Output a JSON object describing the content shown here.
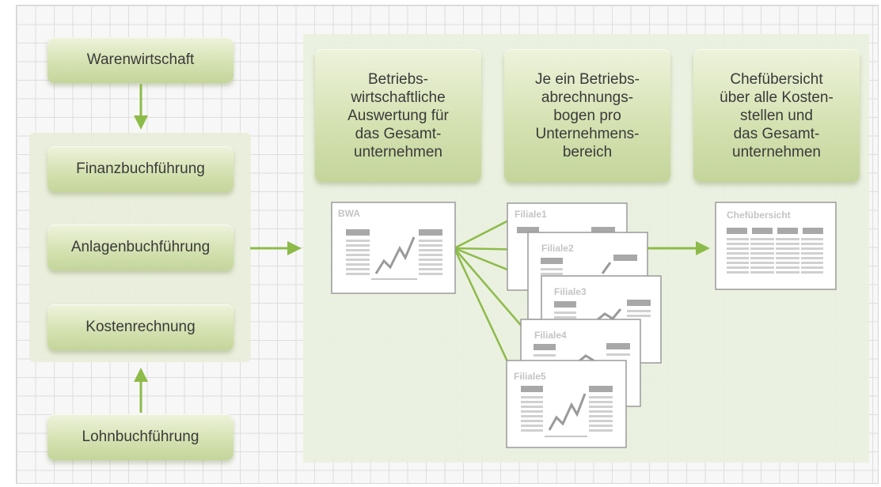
{
  "sources": {
    "warenwirtschaft": "Warenwirtschaft",
    "finanzbuchfuehrung": "Finanzbuchführung",
    "anlagenbuchfuehrung": "Anlagenbuchführung",
    "kostenrechnung": "Kostenrechnung",
    "lohnbuchfuehrung": "Lohnbuchführung"
  },
  "outputs": [
    {
      "label": "Betriebs-\nwirtschaftliche\nAuswertung für\ndas Gesamt-\nunternehmen"
    },
    {
      "label": "Je ein Betriebs-\nabrechnungs-\nbogen pro\nUnternehmens-\nbereich"
    },
    {
      "label": "Chefübersicht\nüber alle Kosten-\nstellen und\ndas Gesamt-\nunternehmen"
    }
  ],
  "documents": {
    "bwa": "BWA",
    "filialen": [
      "Filiale1",
      "Filiale2",
      "Filiale3",
      "Filiale4",
      "Filiale5"
    ],
    "chef": "Chefübersicht"
  },
  "colors": {
    "accent_green": "#8dbb4a",
    "box_green": "#d5e2b2",
    "text": "#3a3a3a"
  }
}
